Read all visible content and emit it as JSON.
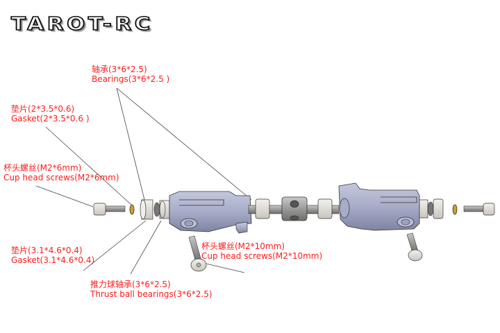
{
  "brand": {
    "logo_text": "TAROT-RC"
  },
  "callouts": [
    {
      "id": "bearings",
      "zh": "轴承(3*6*2.5)",
      "en": "Bearings(3*6*2.5 )"
    },
    {
      "id": "gasket-small",
      "zh": "垫片(2*3.5*0.6)",
      "en": "Gasket(2*3.5*0.6 )"
    },
    {
      "id": "cup-screws-6",
      "zh": "杯头螺丝(M2*6mm)",
      "en": "Cup head screws(M2*6mm)"
    },
    {
      "id": "gasket-large",
      "zh": "垫片(3.1*4.6*0.4)",
      "en": "Gasket(3.1*4.6*0.4)"
    },
    {
      "id": "thrust-bearings",
      "zh": "推力球轴承(3*6*2.5)",
      "en": "Thrust ball bearings(3*6*2.5)"
    },
    {
      "id": "cup-screws-10",
      "zh": "杯头螺丝(M2*10mm)",
      "en": "Cup head screws(M2*10mm)"
    }
  ],
  "colors": {
    "label": "#ff1a1a",
    "part_blue": "#a7acc8",
    "part_steel": "#9a9a98",
    "part_bearing": "#e6e2dc",
    "gasket_gold": "#c9a227",
    "leader": "#444444"
  }
}
